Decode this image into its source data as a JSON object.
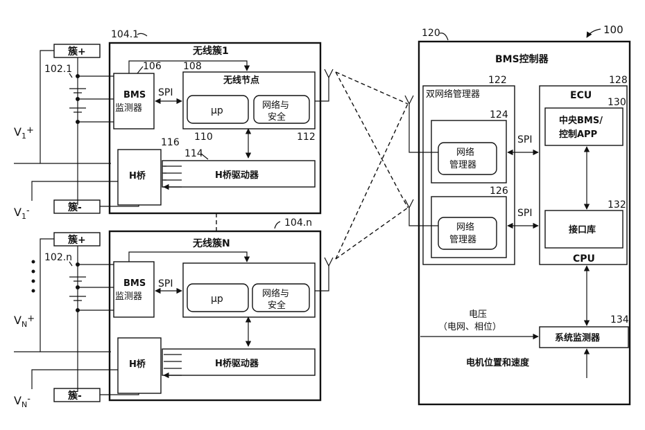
{
  "figure_ref": "100",
  "cluster1": {
    "ref": "104.1",
    "title": "无线簇1",
    "cell_ref": "102.1",
    "cluster_plus": "簇+",
    "cluster_minus": "簇-",
    "bms_ref": "106",
    "bms_line1": "BMS",
    "bms_line2": "监测器",
    "node_ref": "108",
    "node_title": "无线节点",
    "spi": "SPI",
    "up": "μp",
    "up_ref": "110",
    "net_line1": "网络与",
    "net_line2": "安全",
    "net_ref": "112",
    "hdriver_ref": "114",
    "hdriver": "H桥驱动器",
    "hbridge_ref": "116",
    "hbridge": "H桥",
    "v_plus": "V",
    "v_plus_sub": "1",
    "v_plus_sign": "+",
    "v_minus": "V",
    "v_minus_sub": "1",
    "v_minus_sign": "-"
  },
  "clusterN": {
    "ref": "104.n",
    "title": "无线簇N",
    "cell_ref": "102.n",
    "cluster_plus": "簇+",
    "cluster_minus": "簇-",
    "bms_line1": "BMS",
    "bms_line2": "监测器",
    "spi": "SPI",
    "up": "μp",
    "net_line1": "网络与",
    "net_line2": "安全",
    "hdriver": "H桥驱动器",
    "hbridge": "H桥",
    "v_plus": "V",
    "v_plus_sub": "N",
    "v_plus_sign": "+",
    "v_minus": "V",
    "v_minus_sub": "N",
    "v_minus_sign": "-"
  },
  "controller": {
    "ref": "120",
    "title": "BMS控制器",
    "dual_ref": "122",
    "dual_title": "双网络管理器",
    "nm1_ref": "124",
    "nm1_line1": "网络",
    "nm1_line2": "管理器",
    "nm2_ref": "126",
    "nm2_line1": "网络",
    "nm2_line2": "管理器",
    "spi1": "SPI",
    "spi2": "SPI",
    "ecu_ref": "128",
    "ecu": "ECU",
    "app_ref": "130",
    "app_line1": "中央BMS/",
    "app_line2": "控制APP",
    "iface_ref": "132",
    "iface": "接口库",
    "cpu": "CPU",
    "sysmon_ref": "134",
    "sysmon": "系统监测器",
    "voltage_line1": "电压",
    "voltage_line2": "（电网、相位）",
    "motor": "电机位置和速度"
  }
}
